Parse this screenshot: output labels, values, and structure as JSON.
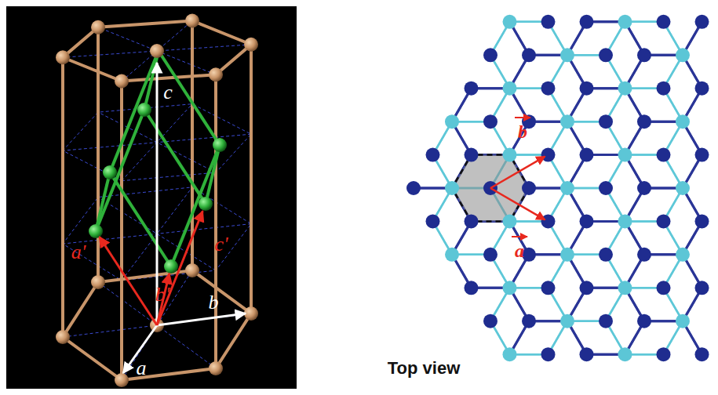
{
  "diagram": {
    "labels": [
      "c",
      "a'",
      "b'",
      "c'",
      "b",
      "a",
      "b",
      "a",
      "Top view"
    ]
  }
}
